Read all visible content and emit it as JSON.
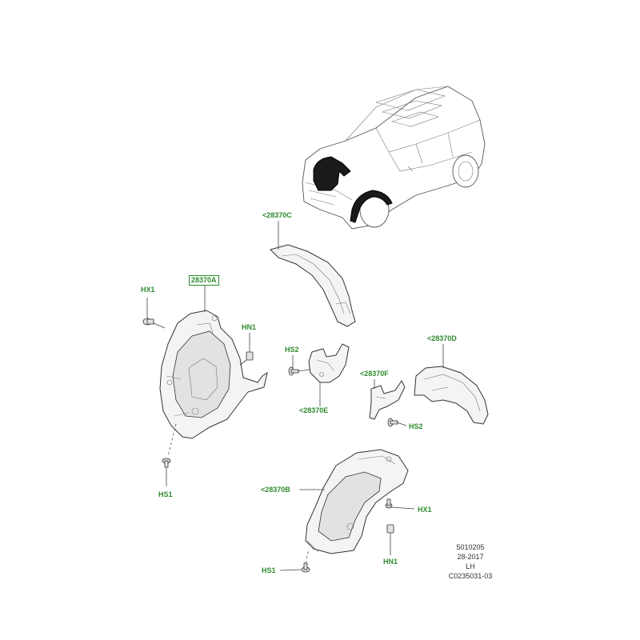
{
  "callouts": {
    "c_28370A": "28370A",
    "c_28370C": "<28370C",
    "c_28370D": "<28370D",
    "c_28370E": "<28370E",
    "c_28370F": "<28370F",
    "c_28370B": "<28370B",
    "hx1_left": "HX1",
    "hn1_left": "HN1",
    "hs1_left": "HS1",
    "hs2_mid": "HS2",
    "hs2_right": "HS2",
    "hx1_right": "HX1",
    "hn1_right": "HN1",
    "hs1_bottom": "HS1"
  },
  "info": {
    "line1": "5010205",
    "line2": "28-2017",
    "line3": "LH",
    "line4": "C0235031-03"
  },
  "colors": {
    "callout": "#2e8b2e",
    "line": "#444444"
  }
}
